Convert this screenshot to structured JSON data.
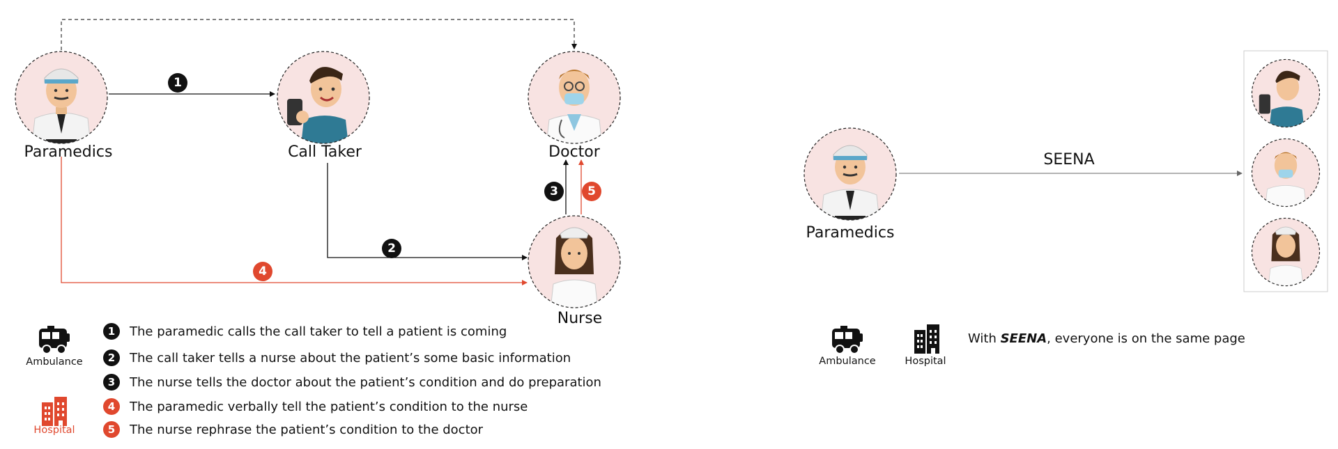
{
  "colors": {
    "accent_red": "#e0482e",
    "black": "#111111",
    "avatar_bg": "#f8e3e2",
    "line_gray": "#888888"
  },
  "left": {
    "nodes": {
      "paramedics": "Paramedics",
      "call_taker": "Call Taker",
      "doctor": "Doctor",
      "nurse": "Nurse"
    },
    "steps": [
      {
        "num": "1",
        "color": "#111111",
        "text": "The paramedic calls the call taker to tell a patient is coming"
      },
      {
        "num": "2",
        "color": "#111111",
        "text": "The call taker tells a nurse about the patient’s some basic information"
      },
      {
        "num": "3",
        "color": "#111111",
        "text": "The nurse tells the doctor about the patient’s condition and do preparation"
      },
      {
        "num": "4",
        "color": "#e0482e",
        "text": "The paramedic verbally tell the patient’s condition to the nurse"
      },
      {
        "num": "5",
        "color": "#e0482e",
        "text": "The nurse rephrase the patient’s condition to the doctor"
      }
    ],
    "icons": {
      "ambulance_label": "Ambulance",
      "hospital_label": "Hospital",
      "ambulance_icon": "ambulance-icon",
      "hospital_icon": "hospital-icon"
    }
  },
  "right": {
    "paramedics": "Paramedics",
    "arrow_label": "SEENA",
    "tagline": {
      "prefix": "With ",
      "brand": "SEENA",
      "suffix": ", everyone is on the same page"
    },
    "icons": {
      "ambulance_label": "Ambulance",
      "hospital_label": "Hospital"
    }
  }
}
